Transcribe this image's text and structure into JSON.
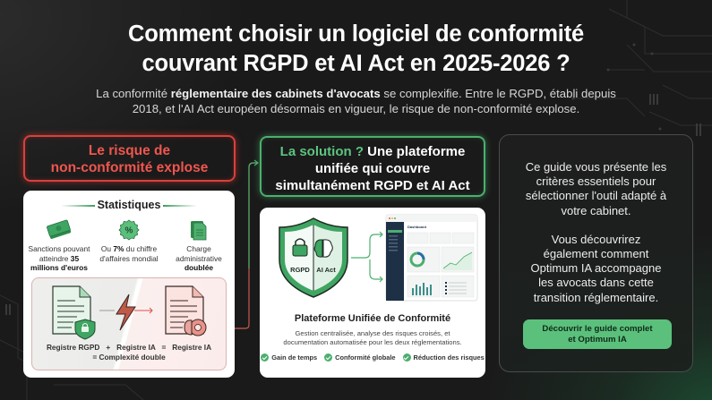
{
  "header": {
    "title_line1": "Comment choisir un logiciel de conformité",
    "title_line2": "couvrant RGPD et AI Act en 2025-2026 ?",
    "subtitle": {
      "part1": "La conformité ",
      "bold1": "réglementaire des cabinets d'avocats",
      "part2": " se complexifie. Entre le RGPD, établi depuis",
      "line2": "2018, et l'AI Act européen désormais en vigueur, le risque de non-conformité explose."
    }
  },
  "risk": {
    "line1": "Le risque de",
    "line2": "non-conformité explose"
  },
  "statistics": {
    "title": "Statistiques",
    "items": [
      {
        "icon": "money-icon",
        "pre": "Sanctions pouvant atteindre ",
        "bold": "35 millions d'euros",
        "post": ""
      },
      {
        "icon": "percent-badge-icon",
        "pre": "Ou ",
        "bold": "7%",
        "post": " du chiffre d'affaires mondial"
      },
      {
        "icon": "documents-icon",
        "pre": "Charge administrative ",
        "bold": "doublée",
        "post": ""
      }
    ],
    "registers": {
      "caption_line1": "Registre RGPD   +   Registre IA   =   Registre IA",
      "caption_line2": "= Complexité double"
    }
  },
  "solution": {
    "accent": "La solution ?",
    "text_line1": " Une plateforme",
    "text_line2": "unifiée qui couvre",
    "text_line3": "simultanément RGPD et AI Act"
  },
  "platform": {
    "shield_left": "RGPD",
    "shield_right": "AI Act",
    "dashboard_title": "Dashboard",
    "title": "Plateforme Unifiée de Conformité",
    "desc_line1": "Gestion centralisée, analyse des risques croisés, et",
    "desc_line2": "documentation automatisée pour les deux réglementations.",
    "benefits": [
      "Gain de temps",
      "Conformité globale",
      "Réduction des risques"
    ]
  },
  "guide": {
    "para1": "Ce guide vous présente les critères essentiels pour sélectionner l'outil adapté à votre cabinet.",
    "para2": "Vous découvrirez également comment Optimum IA accompagne les avocats dans cette transition réglementaire.",
    "cta_line1": "Découvrir le guide complet",
    "cta_line2": "et Optimum IA"
  },
  "colors": {
    "background": "#1a1a1a",
    "risk_red": "#f0564e",
    "accent_green": "#5cc47f",
    "cta_green": "#5bc07c"
  }
}
